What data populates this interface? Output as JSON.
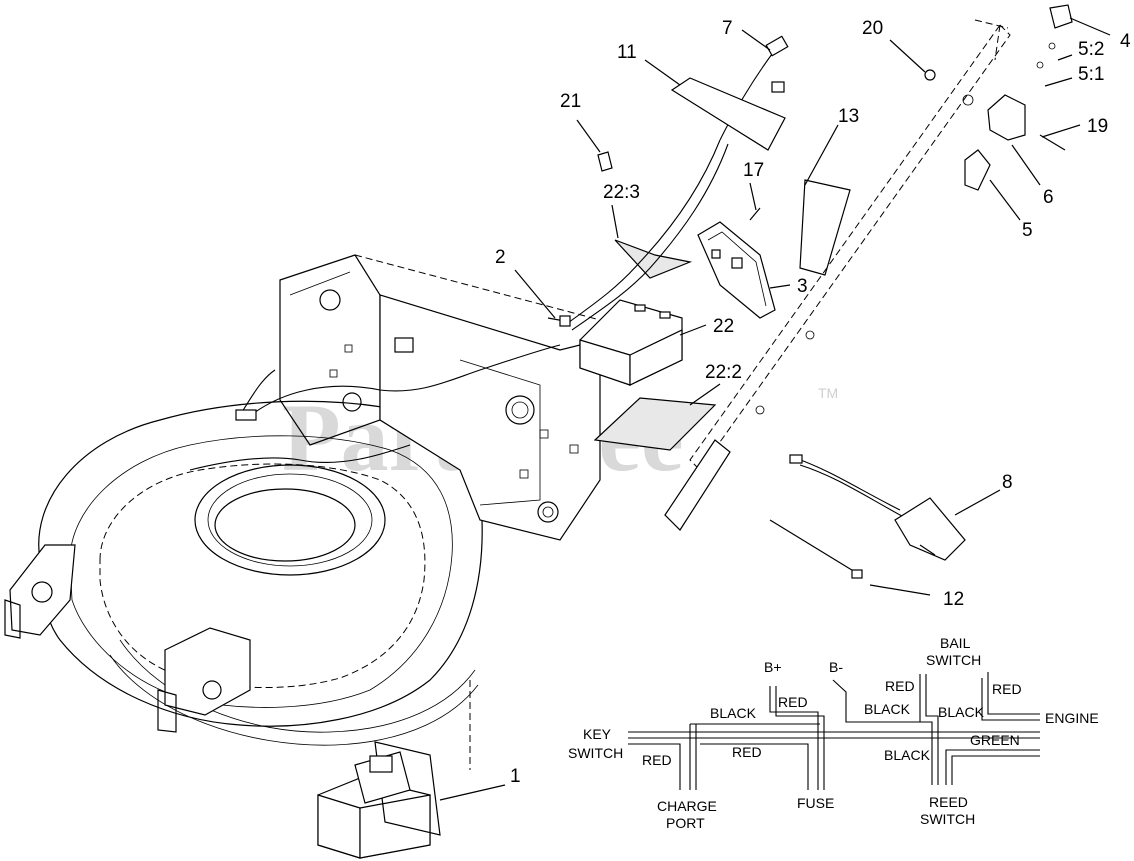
{
  "watermark": {
    "text": "PartsTree",
    "tm": "TM"
  },
  "callouts": {
    "c1": "1",
    "c2": "2",
    "c3": "3",
    "c4": "4",
    "c5": "5",
    "c6": "6",
    "c7": "7",
    "c8": "8",
    "c11": "11",
    "c12": "12",
    "c13": "13",
    "c17": "17",
    "c19": "19",
    "c20": "20",
    "c21": "21",
    "c22": "22",
    "c22_2": "22:2",
    "c22_3": "22:3",
    "c5_1": "5:1",
    "c5_2": "5:2"
  },
  "wiring": {
    "b_plus": "B+",
    "b_minus": "B-",
    "bail_switch_1": "BAIL",
    "bail_switch_2": "SWITCH",
    "key_switch_1": "KEY",
    "key_switch_2": "SWITCH",
    "engine": "ENGINE",
    "charge_port_1": "CHARGE",
    "charge_port_2": "PORT",
    "fuse": "FUSE",
    "reed_switch_1": "REED",
    "reed_switch_2": "SWITCH",
    "red_bplus": "RED",
    "black_left": "BLACK",
    "red_bminus": "RED",
    "black_bminus": "BLACK",
    "red_bail": "RED",
    "black_bail": "BLACK",
    "red_key": "RED",
    "red_mid": "RED",
    "black_reed": "BLACK",
    "green": "GREEN"
  }
}
